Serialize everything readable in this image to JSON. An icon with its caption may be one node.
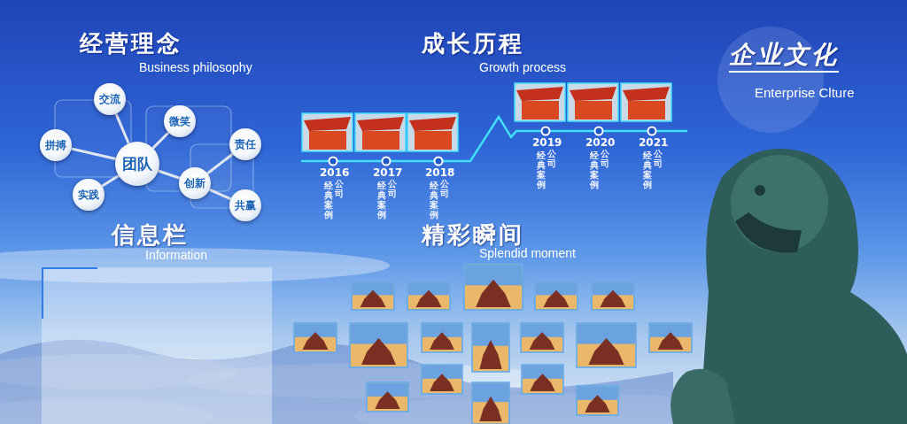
{
  "diagram": {
    "nodes": [
      {
        "text": [
          "交流"
        ]
      },
      {
        "text": [
          "拼搏"
        ]
      },
      {
        "text": [
          "微笑"
        ]
      },
      {
        "text": [
          "团队"
        ]
      },
      {
        "text": [
          "责任"
        ]
      },
      {
        "text": [
          "实践"
        ]
      },
      {
        "text": [
          "创新"
        ]
      },
      {
        "text": [
          "共赢"
        ]
      }
    ],
    "edges": [
      {
        "from": 3,
        "to": 0,
        "arrow": "none"
      },
      {
        "from": 3,
        "to": 1,
        "arrow": "none"
      },
      {
        "from": 3,
        "to": 2,
        "arrow": "none"
      },
      {
        "from": 3,
        "to": 5,
        "arrow": "none"
      },
      {
        "from": 3,
        "to": 6,
        "arrow": "none"
      },
      {
        "from": 6,
        "to": 4,
        "arrow": "none"
      },
      {
        "from": 6,
        "to": 7,
        "arrow": "none"
      }
    ],
    "labels": [
      "经营理念",
      "Business philosophy",
      "成长历程",
      "Growth process",
      "企业文化",
      "Enterprise Clture",
      "2016",
      "公司",
      "经典案例",
      "2017",
      "公司",
      "经典案例",
      "2018",
      "公司",
      "经典案例",
      "2019",
      "公司",
      "经典案例",
      "2020",
      "公司",
      "经典案例",
      "2021",
      "公司",
      "经典案例",
      "信息栏",
      "Information",
      "精彩瞬间",
      "Splendid moment"
    ]
  }
}
